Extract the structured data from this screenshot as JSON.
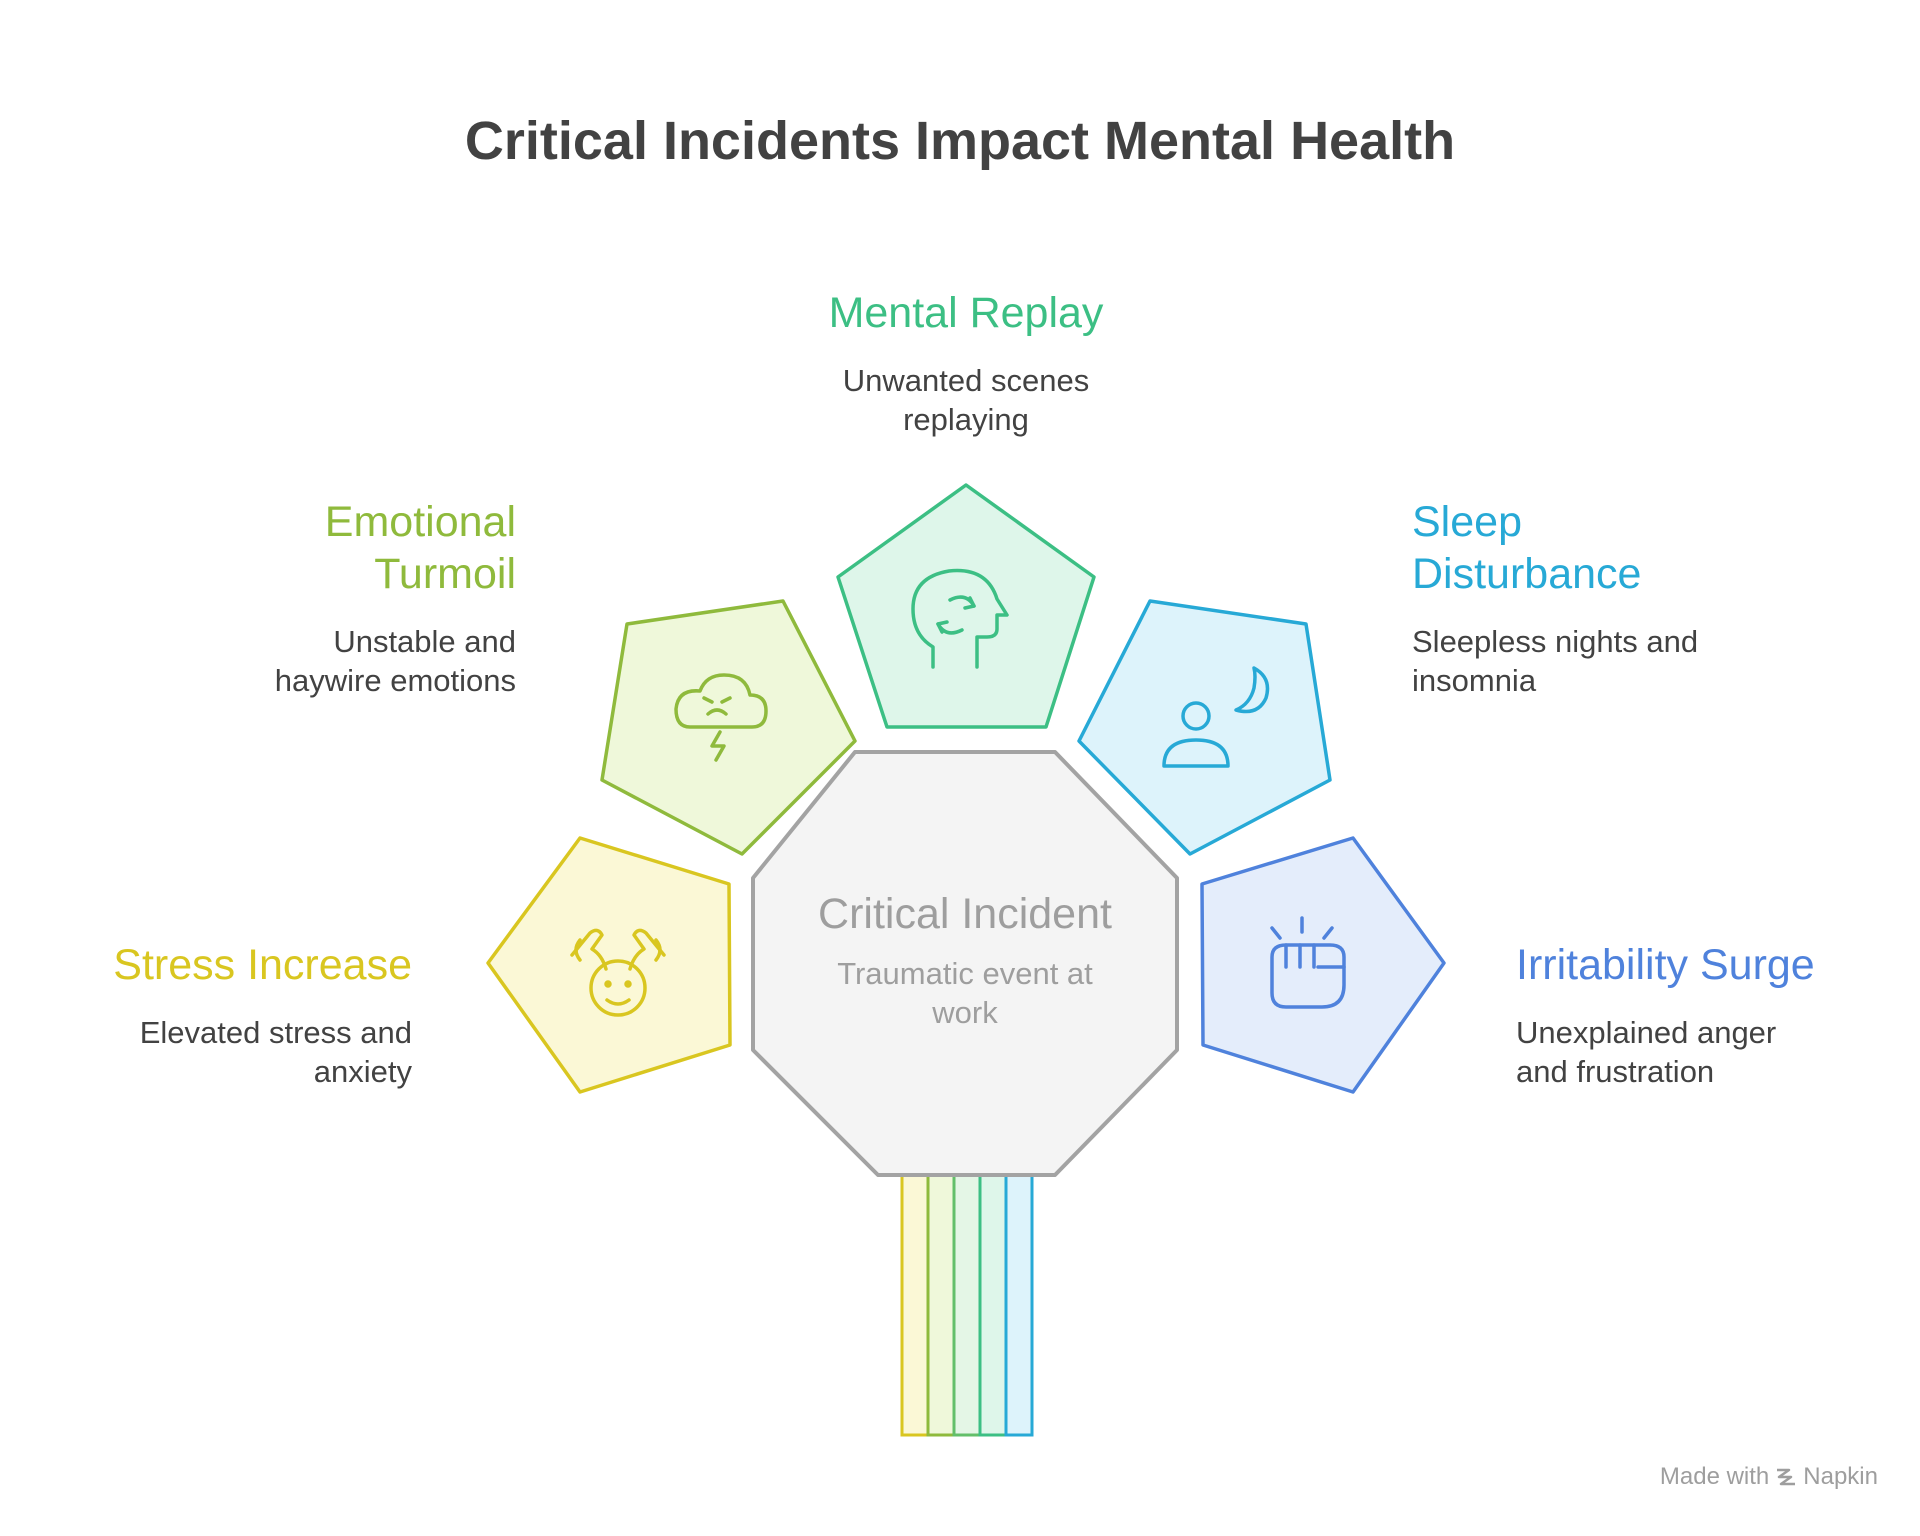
{
  "title": "Critical Incidents Impact Mental Health",
  "center": {
    "label": "Critical Incident",
    "description": "Traumatic event at work"
  },
  "items": [
    {
      "label": "Stress Increase",
      "description": "Elevated stress and anxiety",
      "color": "#D9C620",
      "fill": "#FBF8D6",
      "icon": "hands-protecting-face-icon"
    },
    {
      "label": "Emotional Turmoil",
      "description": "Unstable and haywire emotions",
      "color": "#8FBA3C",
      "fill": "#EFF8DA",
      "icon": "storm-cloud-icon"
    },
    {
      "label": "Mental Replay",
      "description": "Unwanted scenes replaying",
      "color": "#3CBF84",
      "fill": "#DEF6EA",
      "icon": "head-cycle-icon"
    },
    {
      "label": "Sleep Disturbance",
      "description": "Sleepless nights and insomnia",
      "color": "#27A9D6",
      "fill": "#DDF3FB",
      "icon": "person-moon-icon"
    },
    {
      "label": "Irritability Surge",
      "description": "Unexplained anger and frustration",
      "color": "#4F82DC",
      "fill": "#E4EDFB",
      "icon": "fist-icon"
    }
  ],
  "stem_colors": [
    "#D9C620",
    "#8FBA3C",
    "#63BF6A",
    "#3CBF84",
    "#27A9D6",
    "#4F82DC"
  ],
  "footer": {
    "text": "Made with",
    "brand": "Napkin"
  }
}
